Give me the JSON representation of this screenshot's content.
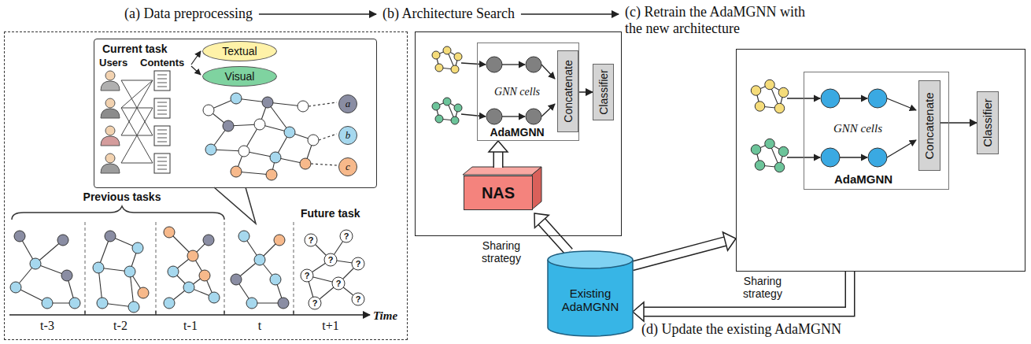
{
  "diagram": {
    "nodes": [
      {
        "text": [
          "(a) Data preprocessing"
        ]
      },
      {
        "text": [
          "Current task"
        ],
        "in": 0
      },
      {
        "text": [
          "Textual"
        ],
        "in": 1
      },
      {
        "text": [
          "Visual"
        ],
        "in": 1
      },
      {
        "text": [
          "a"
        ],
        "in": 1
      },
      {
        "text": [
          "b"
        ],
        "in": 1
      },
      {
        "text": [
          "c"
        ],
        "in": 1
      },
      {
        "text": [
          "(b) Architecture Search"
        ]
      },
      {
        "text": [
          "GNN cells",
          "AdaMGNN"
        ],
        "in": 7
      },
      {
        "text": [
          "Concatenate"
        ],
        "in": 8
      },
      {
        "text": [
          "Classifier"
        ],
        "in": 7
      },
      {
        "text": [
          "NAS"
        ],
        "in": 7
      },
      {
        "text": [
          "(c) Retrain the AdaMGNN with the new architecture"
        ]
      },
      {
        "text": [
          "GNN cells",
          "AdaMGNN"
        ],
        "in": 12
      },
      {
        "text": [
          "Concatenate"
        ],
        "in": 13
      },
      {
        "text": [
          "Classifier"
        ],
        "in": 12
      },
      {
        "text": [
          "Existing AdaMGNN"
        ]
      }
    ],
    "edges": [
      {
        "from": 0,
        "to": 7,
        "arrow": "to"
      },
      {
        "from": 7,
        "to": 12,
        "arrow": "to"
      },
      {
        "from": 9,
        "to": 10,
        "arrow": "to"
      },
      {
        "from": 14,
        "to": 15,
        "arrow": "to"
      },
      {
        "from": 11,
        "to": 8,
        "arrow": "to"
      },
      {
        "from": 16,
        "to": 11,
        "label": "Sharing strategy",
        "arrow": "to"
      },
      {
        "from": 16,
        "to": 12,
        "arrow": "to"
      },
      {
        "from": 12,
        "to": 16,
        "label": "Sharing strategy",
        "arrow": "to"
      }
    ],
    "labels": [
      "Users",
      "Contents",
      "Previous tasks",
      "Future task",
      "?",
      "?",
      "?",
      "?",
      "?",
      "?",
      "?",
      "?",
      "t-3",
      "t-2",
      "t-1",
      "t",
      "t+1",
      "Time",
      "(d) Update the existing AdaMGNN"
    ]
  }
}
